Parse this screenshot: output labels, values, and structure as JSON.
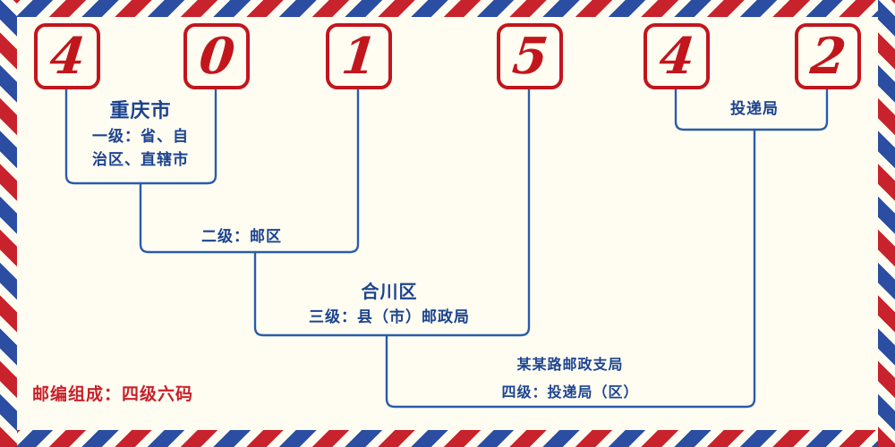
{
  "postal_code": {
    "digits": [
      "4",
      "0",
      "1",
      "5",
      "4",
      "2"
    ]
  },
  "labels": {
    "level1_place": "重庆市",
    "level1_desc_line1": "一级：省、自",
    "level1_desc_line2": "治区、直辖市",
    "level2_desc": "二级：邮区",
    "level3_place": "合川区",
    "level3_desc": "三级：县（市）邮政局",
    "level4_place": "某某路邮政支局",
    "level4_desc": "四级：投递局（区）",
    "delivery_office": "投递局",
    "footer": "邮编组成：四级六码"
  },
  "colors": {
    "digit_red": "#c2161d",
    "line_blue": "#2a5caa",
    "text_blue": "#1c4390",
    "footer_red": "#c8202a",
    "border_red": "#c8232c",
    "border_blue": "#2b4ea2",
    "background": "#fffdf2"
  }
}
